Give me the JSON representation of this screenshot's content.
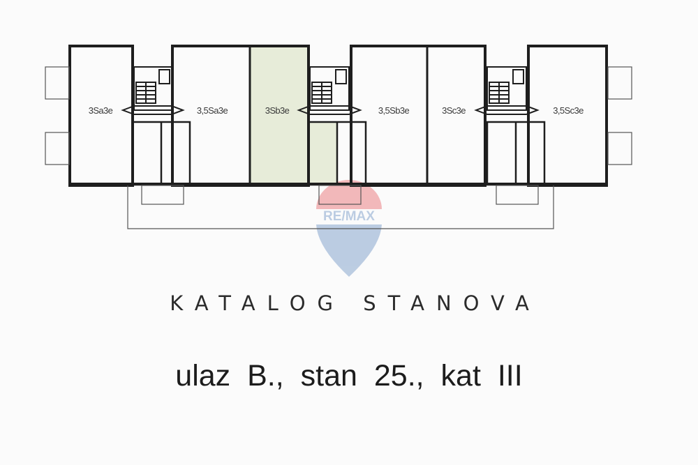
{
  "units": [
    {
      "label": "3Sa3e",
      "highlighted": false
    },
    {
      "label": "3,5Sa3e",
      "highlighted": false
    },
    {
      "label": "3Sb3e",
      "highlighted": true
    },
    {
      "label": "3,5Sb3e",
      "highlighted": false
    },
    {
      "label": "3Sc3e",
      "highlighted": false
    },
    {
      "label": "3,5Sc3e",
      "highlighted": false
    }
  ],
  "watermark": {
    "text": "RE/MAX"
  },
  "heading": "KATALOG STANOVA",
  "subtitle": "ulaz B., stan 25., kat III",
  "colors": {
    "highlight": "#e7ecd9",
    "wall": "#1e1e1e",
    "watermark_red": "#e0333a",
    "watermark_blue": "#3d6fb1"
  }
}
